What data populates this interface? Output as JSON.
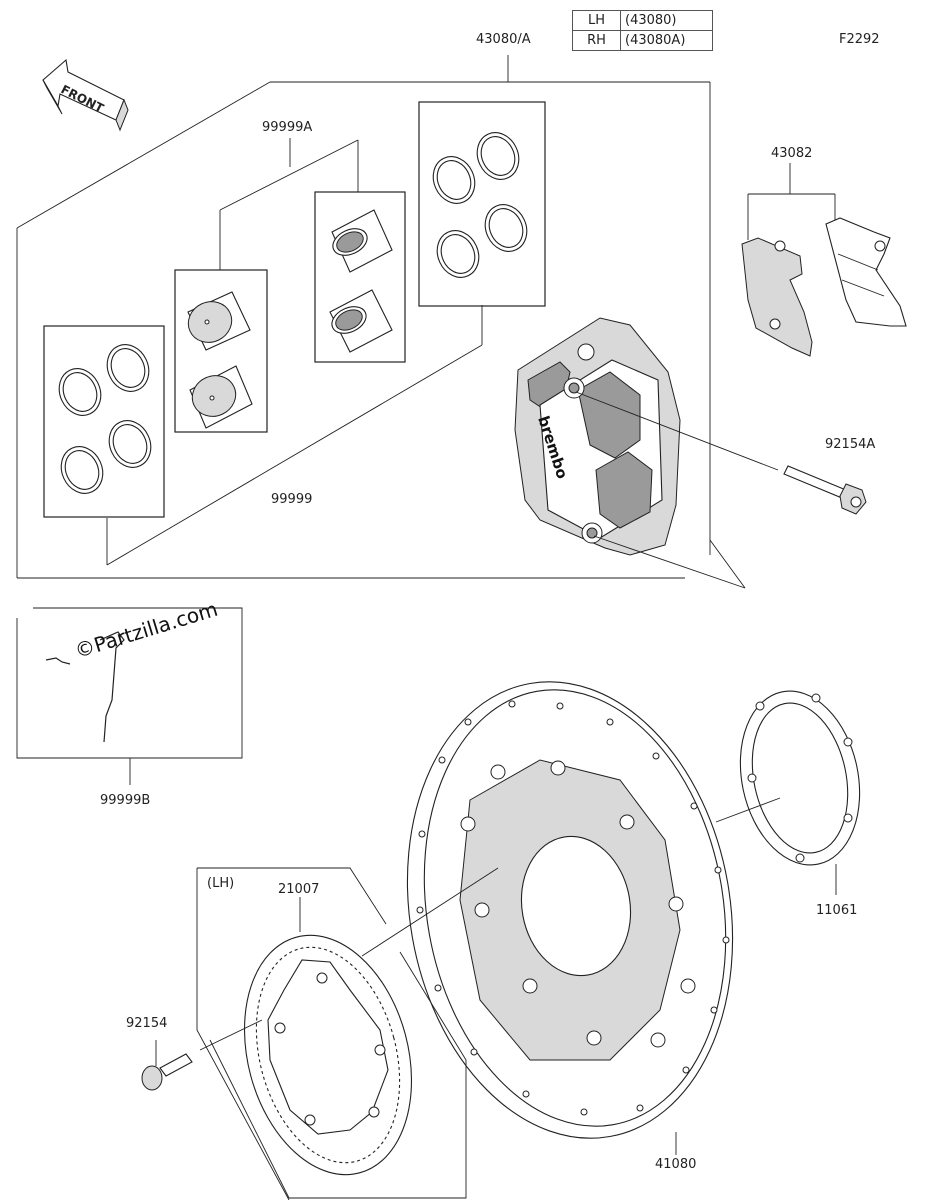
{
  "figure_code": "F2292",
  "direction_arrow": "FRONT",
  "watermark": "©Partzilla.com",
  "ref_table": [
    {
      "side": "LH",
      "code": "(43080)"
    },
    {
      "side": "RH",
      "code": "(43080A)"
    }
  ],
  "callouts": {
    "caliper_assy": "43080/A",
    "piston_set_a": "99999A",
    "seal_kit": "99999",
    "pad_set": "43082",
    "caliper_bolt": "92154A",
    "sensor_kit": "99999B",
    "lh_note": "(LH)",
    "sensor_rotor": "21007",
    "rotor_bolt": "92154",
    "shim": "11061",
    "disc": "41080"
  },
  "caliper_brand": "brembo"
}
